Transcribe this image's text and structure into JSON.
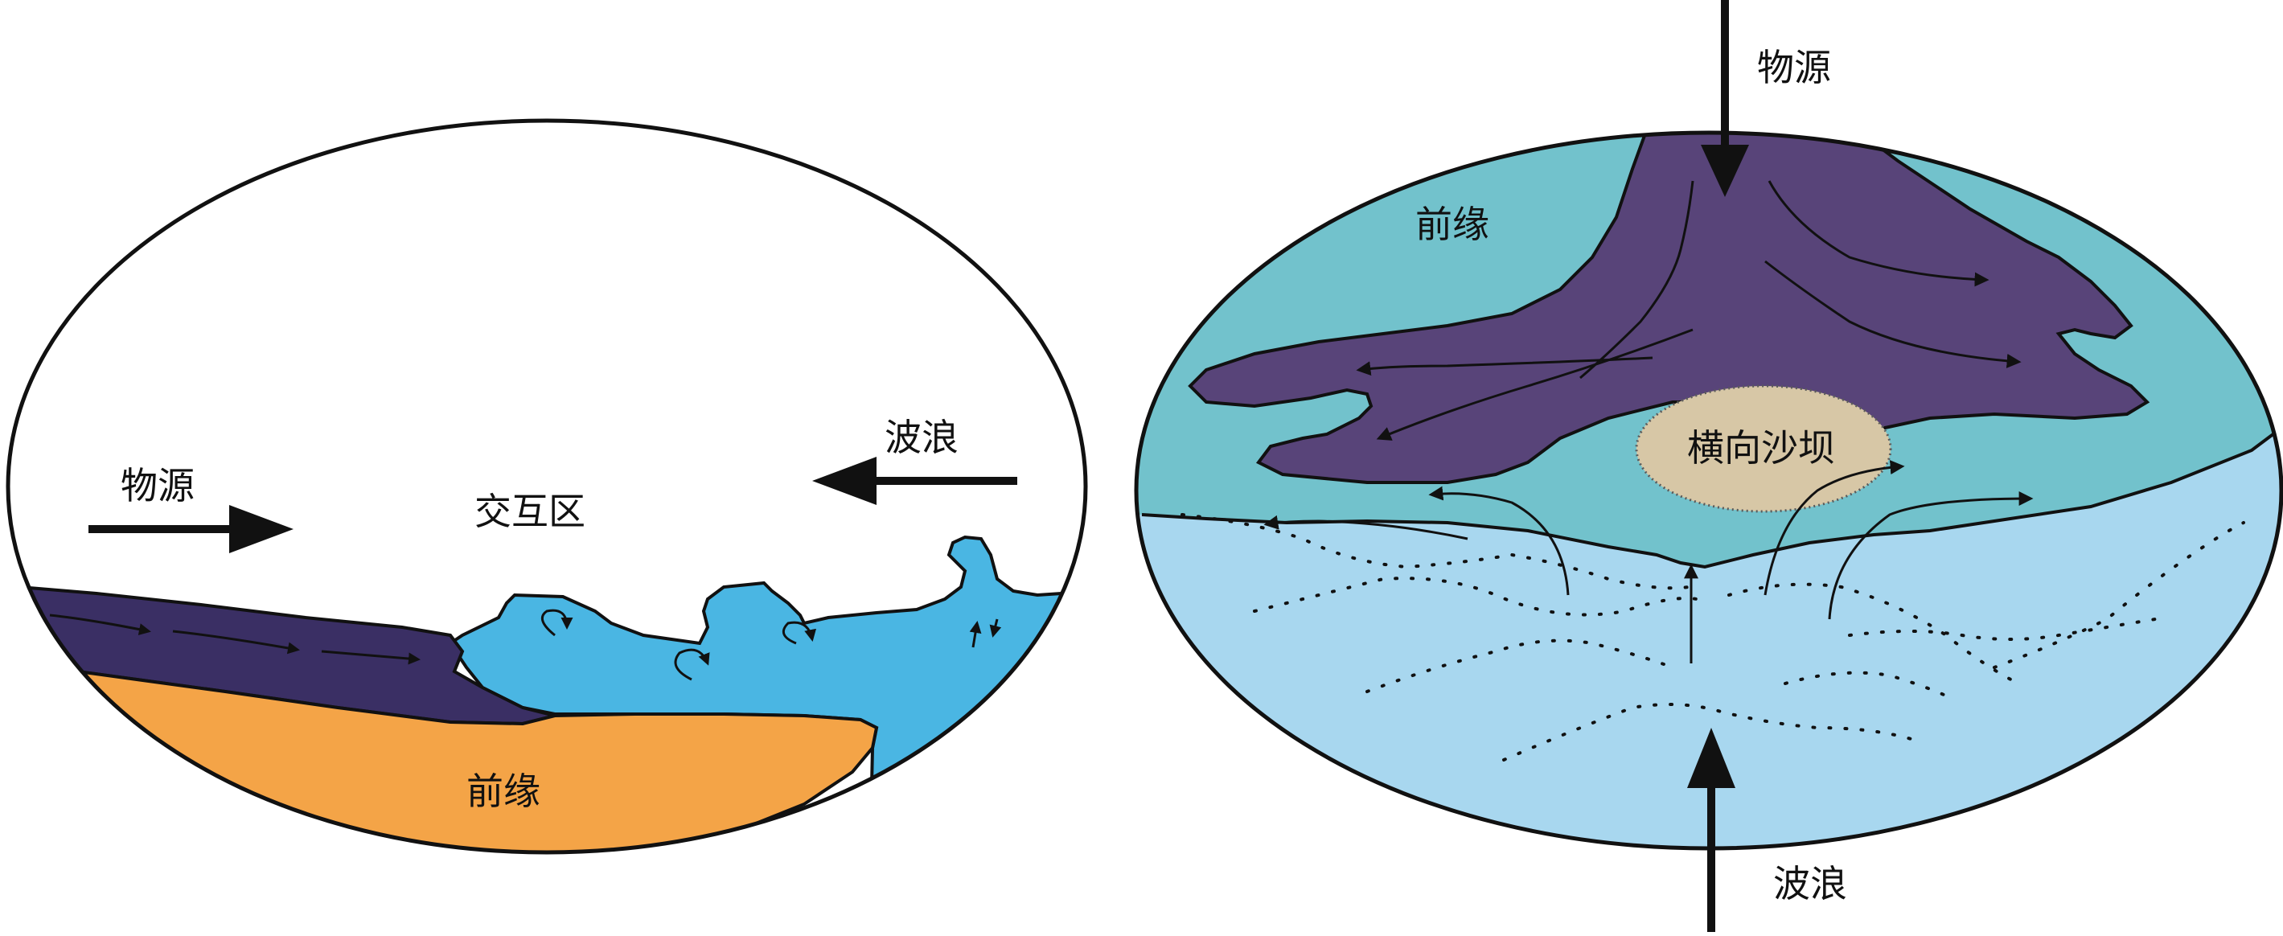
{
  "colors": {
    "outline": "#111111",
    "source_purple": "#584479",
    "source_dark": "#3a2f64",
    "front_orange": "#f4a447",
    "wave_blue": "#4ab6e3",
    "front_teal": "#72c2cc",
    "lower_water": "#a8d7ef",
    "sandbar": "#d7c7a6",
    "background": "#ffffff"
  },
  "left_diagram": {
    "source_label": "物源",
    "interaction_label": "交互区",
    "waves_label": "波浪",
    "front_label": "前缘"
  },
  "right_diagram": {
    "source_label": "物源",
    "front_label": "前缘",
    "sandbar_label": "横向沙坝",
    "waves_label": "波浪"
  }
}
